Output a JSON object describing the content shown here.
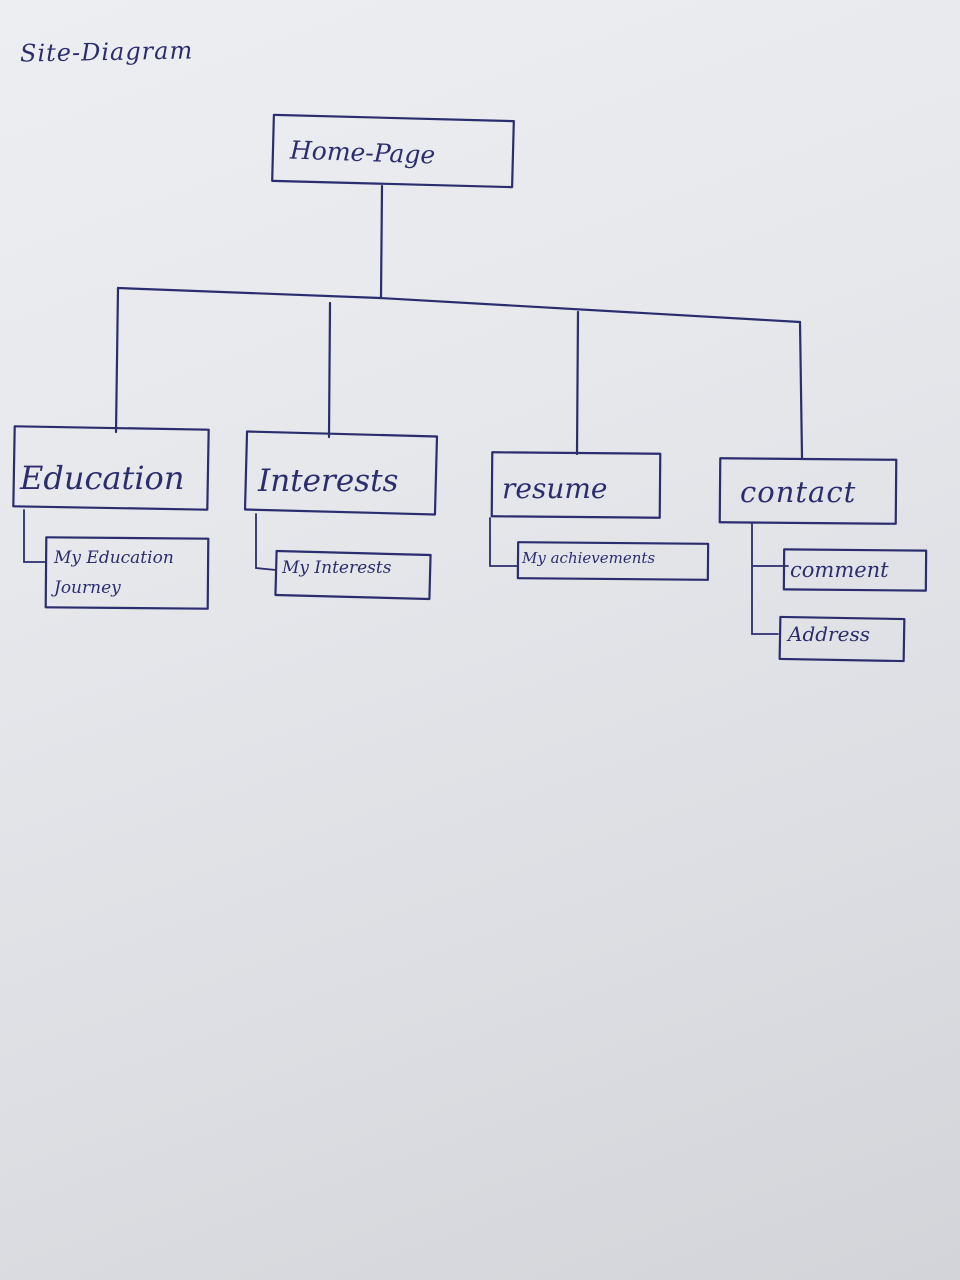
{
  "title": "Site-Diagram",
  "root": {
    "label": "Home-Page"
  },
  "sections": [
    {
      "label": "Education",
      "children": [
        "My Education Journey"
      ]
    },
    {
      "label": "Interests",
      "children": [
        "My Interests"
      ]
    },
    {
      "label": "resume",
      "children": [
        "My achievements"
      ]
    },
    {
      "label": "contact",
      "children": [
        "comment",
        "Address"
      ]
    }
  ],
  "colors": {
    "ink": "#2b2d6e",
    "paper": "#e6e8ec"
  }
}
